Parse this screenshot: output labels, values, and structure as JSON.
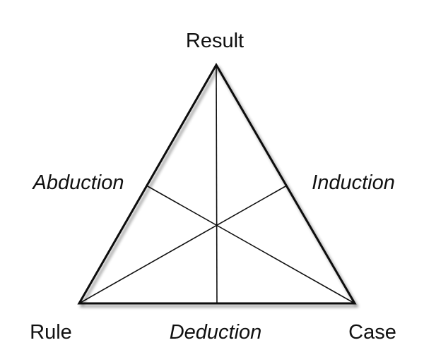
{
  "diagram": {
    "vertices": {
      "top": "Result",
      "bottom_left": "Rule",
      "bottom_right": "Case"
    },
    "processes": {
      "left_side": "Abduction",
      "right_side": "Induction",
      "bottom_side": "Deduction"
    },
    "colors": {
      "stroke": "#111111",
      "background": "#ffffff"
    }
  }
}
